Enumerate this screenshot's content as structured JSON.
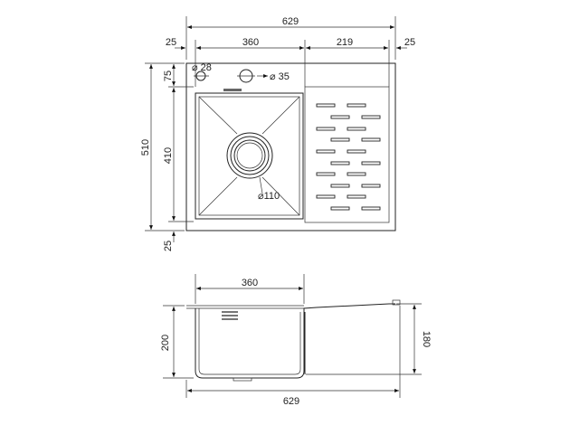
{
  "top_view": {
    "overall_width": "629",
    "left_margin": "25",
    "bowl_width": "360",
    "drainer_width": "219",
    "right_margin": "25",
    "overall_depth": "510",
    "top_margin": "75",
    "bowl_depth": "410",
    "bottom_margin": "25",
    "tap_hole_small": "⌀ 28",
    "tap_hole_large": "⌀ 35",
    "drain_diameter": "⌀110"
  },
  "side_view": {
    "bowl_width": "360",
    "bowl_height": "200",
    "overall_width": "629",
    "drainer_height": "180"
  }
}
